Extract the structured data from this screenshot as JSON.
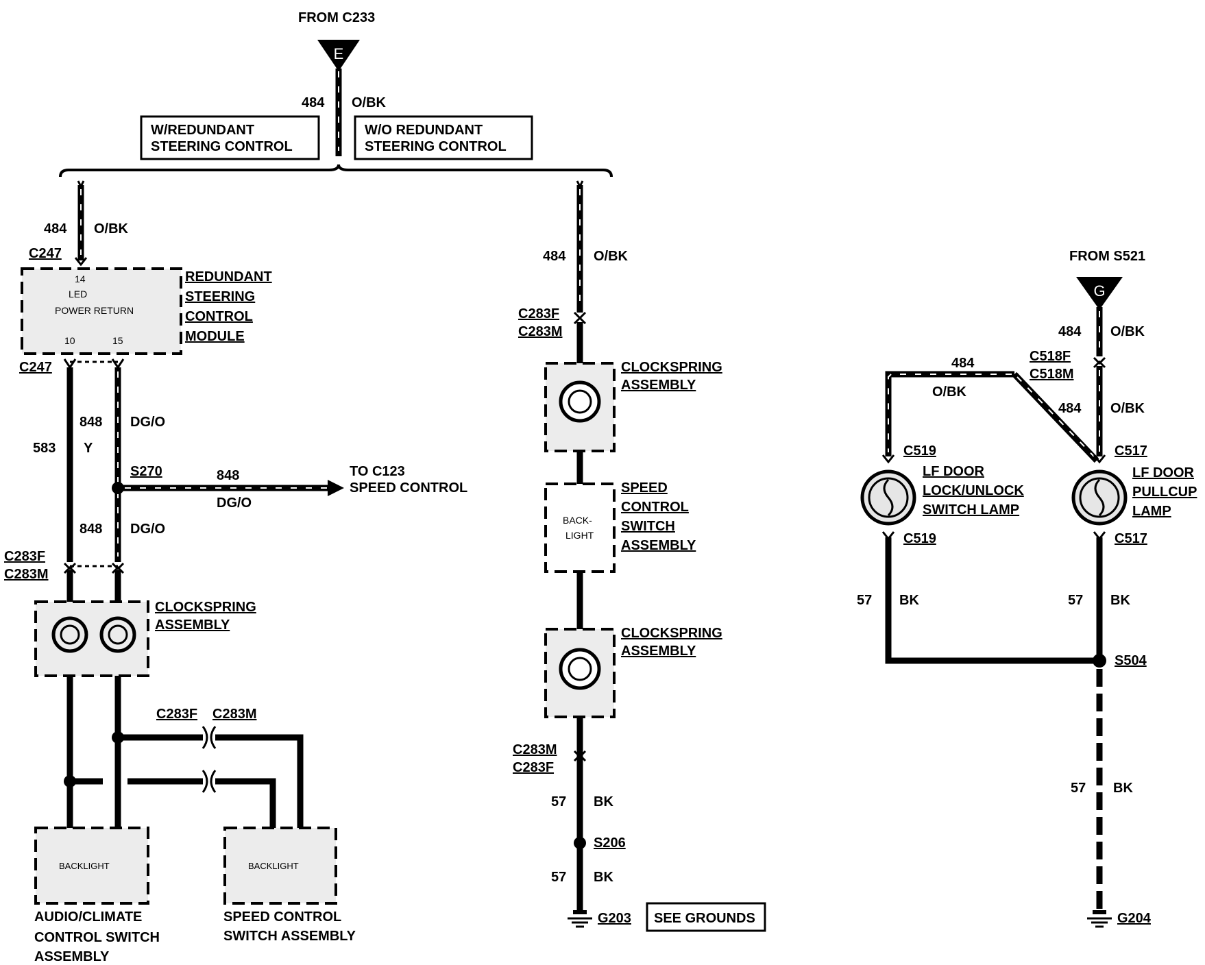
{
  "header": {
    "from_c233": "FROM C233",
    "connector_e": "E",
    "from_s521": "FROM S521",
    "connector_g": "G"
  },
  "options": {
    "with_redundant": [
      "W/REDUNDANT",
      "STEERING CONTROL"
    ],
    "without_redundant": [
      "W/O REDUNDANT",
      "STEERING CONTROL"
    ]
  },
  "circuits": {
    "c484": "484",
    "c583": "583",
    "c848": "848",
    "c57": "57",
    "obk": "O/BK",
    "dgo": "DG/O",
    "y": "Y",
    "bk": "BK"
  },
  "connectors": {
    "c247": "C247",
    "c283f": "C283F",
    "c283m": "C283M",
    "c518f": "C518F",
    "c518m": "C518M",
    "c519": "C519",
    "c517": "C517",
    "s270": "S270",
    "s206": "S206",
    "s504": "S504",
    "g203": "G203",
    "g204": "G204"
  },
  "components": {
    "rscm": [
      "REDUNDANT",
      "STEERING",
      "CONTROL",
      "MODULE"
    ],
    "rscm_pins": {
      "pin14": "14",
      "led": "LED",
      "power_return": "POWER RETURN",
      "pin10": "10",
      "pin15": "15"
    },
    "clockspring": [
      "CLOCKSPRING",
      "ASSEMBLY"
    ],
    "speed_control_switch": [
      "SPEED",
      "CONTROL",
      "SWITCH",
      "ASSEMBLY"
    ],
    "backlight_split": [
      "BACK-",
      "LIGHT"
    ],
    "backlight": "BACKLIGHT",
    "audio_climate": [
      "AUDIO/CLIMATE",
      "CONTROL SWITCH",
      "ASSEMBLY"
    ],
    "speed_control_switch_assembly": [
      "SPEED CONTROL",
      "SWITCH ASSEMBLY"
    ],
    "lf_door_lock": [
      "LF DOOR",
      "LOCK/UNLOCK",
      "SWITCH LAMP"
    ],
    "lf_door_pullcup": [
      "LF DOOR",
      "PULLCUP",
      "LAMP"
    ]
  },
  "to_c123": [
    "TO C123",
    "SPEED CONTROL"
  ],
  "see_grounds": "SEE GROUNDS"
}
